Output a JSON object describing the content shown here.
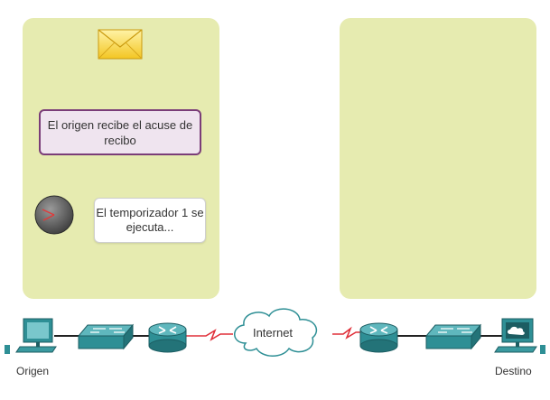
{
  "panels": {
    "message": "El origen recibe el acuse de recibo",
    "timer_message": "El temporizador 1 se ejecuta..."
  },
  "network": {
    "source_label": "Origen",
    "destination_label": "Destino",
    "cloud_label": "Internet"
  },
  "colors": {
    "panel_fill": "#e6ebb0",
    "message_border": "#7a3d78",
    "device_teal": "#2e8f95",
    "serial_link": "#e0303a"
  },
  "icons": [
    "envelope-icon",
    "timer-icon",
    "computer-icon",
    "switch-icon",
    "router-icon",
    "cloud-icon",
    "server-icon"
  ]
}
